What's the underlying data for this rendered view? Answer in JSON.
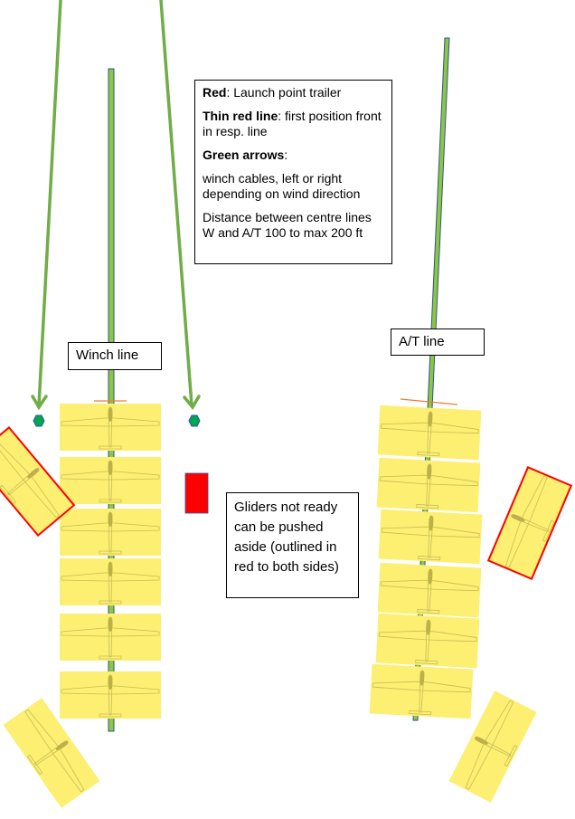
{
  "legend": {
    "red_label": "Red",
    "red_text": ": Launch point trailer",
    "thin_red_label": "Thin red line",
    "thin_red_text": ": first position front in resp. line",
    "green_label": "Green arrows",
    "green_colon": ":",
    "green_text": "winch cables, left or right depending on wind direction",
    "distance_text": "Distance between centre lines W and A/T 100 to max 200 ft"
  },
  "labels": {
    "winch_line": "Winch line",
    "at_line": "A/T line",
    "aside_note": "Gliders not ready can be pushed aside (outlined in red to both sides)"
  },
  "colors": {
    "glider_fill": "#FCEF72",
    "line_green": "#8DC63F",
    "line_border": "#2E5597",
    "trailer_red": "#FF0000",
    "hex_green": "#00A651",
    "first_position": "#F07C33"
  }
}
